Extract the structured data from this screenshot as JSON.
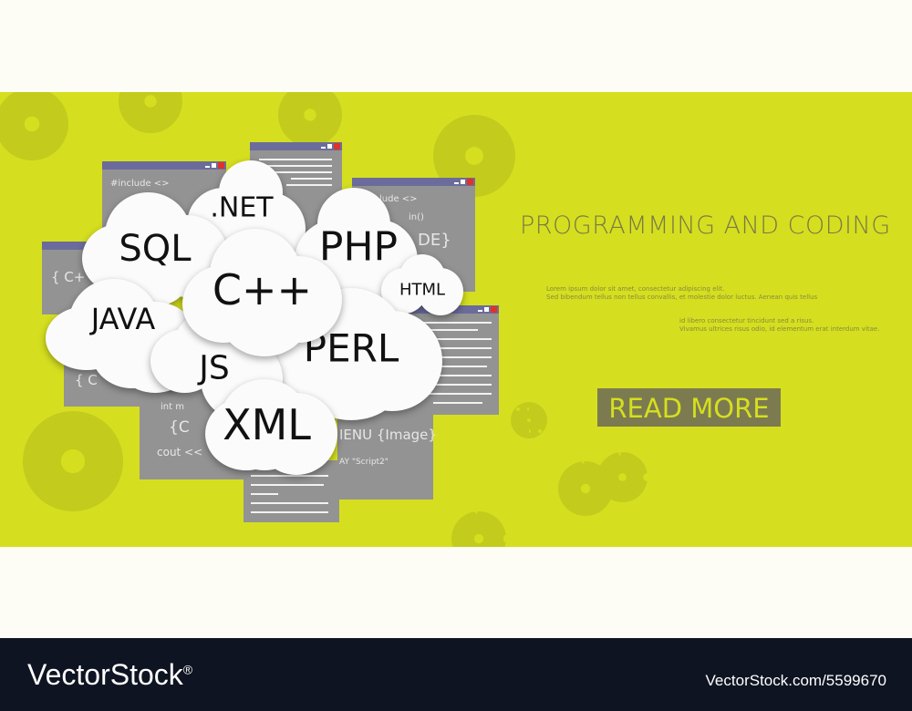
{
  "banner": {
    "title": "PROGRAMMING AND CODING",
    "lorem": [
      "Lorem ipsum dolor sit amet, consectetur adipiscing elit.",
      "Sed bibendum tellus non tellus convallis, et molestie dolor luctus. Aenean quis tellus",
      "id libero consectetur tincidunt sed a risus.",
      "Vivamus ultrices risus odio, id elementum erat interdum vitae."
    ],
    "read_more": "READ MORE",
    "colors": {
      "background": "#d5df1f",
      "button": "#7c7b4f",
      "text": "#7b7a45"
    }
  },
  "windows": {
    "include1": "#include <>",
    "include2": "lude <>",
    "main": "in()",
    "code": "DE}",
    "cplus1": "{ C+",
    "cplus2": "{ C",
    "int": "int m",
    "brace": "{C",
    "cout": "cout <<",
    "menu": "IENU {Image}",
    "script": "AY \"Script2\""
  },
  "clouds": [
    "SQL",
    ".NET",
    "PHP",
    "C++",
    "HTML",
    "JAVA",
    "JS",
    "PERL",
    "XML"
  ],
  "footer": {
    "logo": "VectorStock",
    "registered": "®",
    "image_id": "VectorStock.com/5599670"
  }
}
